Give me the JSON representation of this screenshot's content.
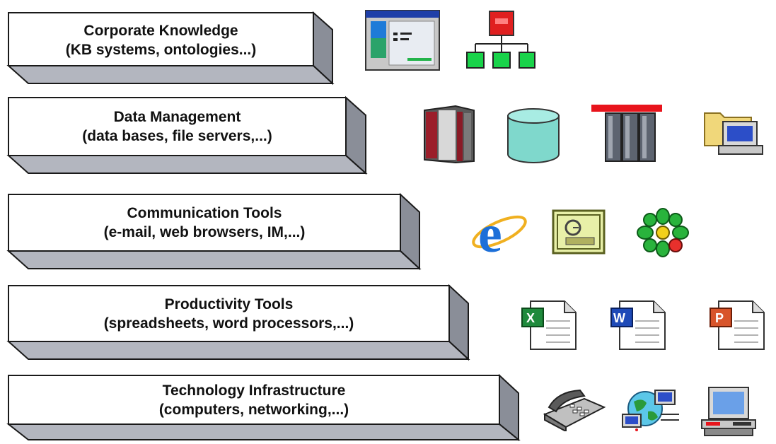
{
  "layers": [
    {
      "title": "Corporate Knowledge",
      "subtitle": "(KB systems, ontologies...)",
      "icons": [
        "window-app-icon",
        "org-chart-icon"
      ]
    },
    {
      "title": "Data Management",
      "subtitle": "(data bases, file servers,...)",
      "icons": [
        "server-tower-icon",
        "database-icon",
        "server-rack-icon",
        "file-server-icon"
      ]
    },
    {
      "title": "Communication Tools",
      "subtitle": "(e-mail, web browsers, IM,...)",
      "icons": [
        "internet-explorer-icon",
        "email-client-icon",
        "icq-flower-icon"
      ]
    },
    {
      "title": "Productivity Tools",
      "subtitle": "(spreadsheets, word processors,...)",
      "icons": [
        "excel-document-icon",
        "word-document-icon",
        "powerpoint-document-icon"
      ]
    },
    {
      "title": "Technology Infrastructure",
      "subtitle": "(computers, networking,...)",
      "icons": [
        "telephone-icon",
        "network-globe-icon",
        "desktop-computer-icon"
      ]
    }
  ],
  "colors": {
    "box_face": "#ffffff",
    "box_side": "#8a8e98",
    "box_bottom": "#b3b6bf",
    "outline": "#1a1a1a"
  }
}
